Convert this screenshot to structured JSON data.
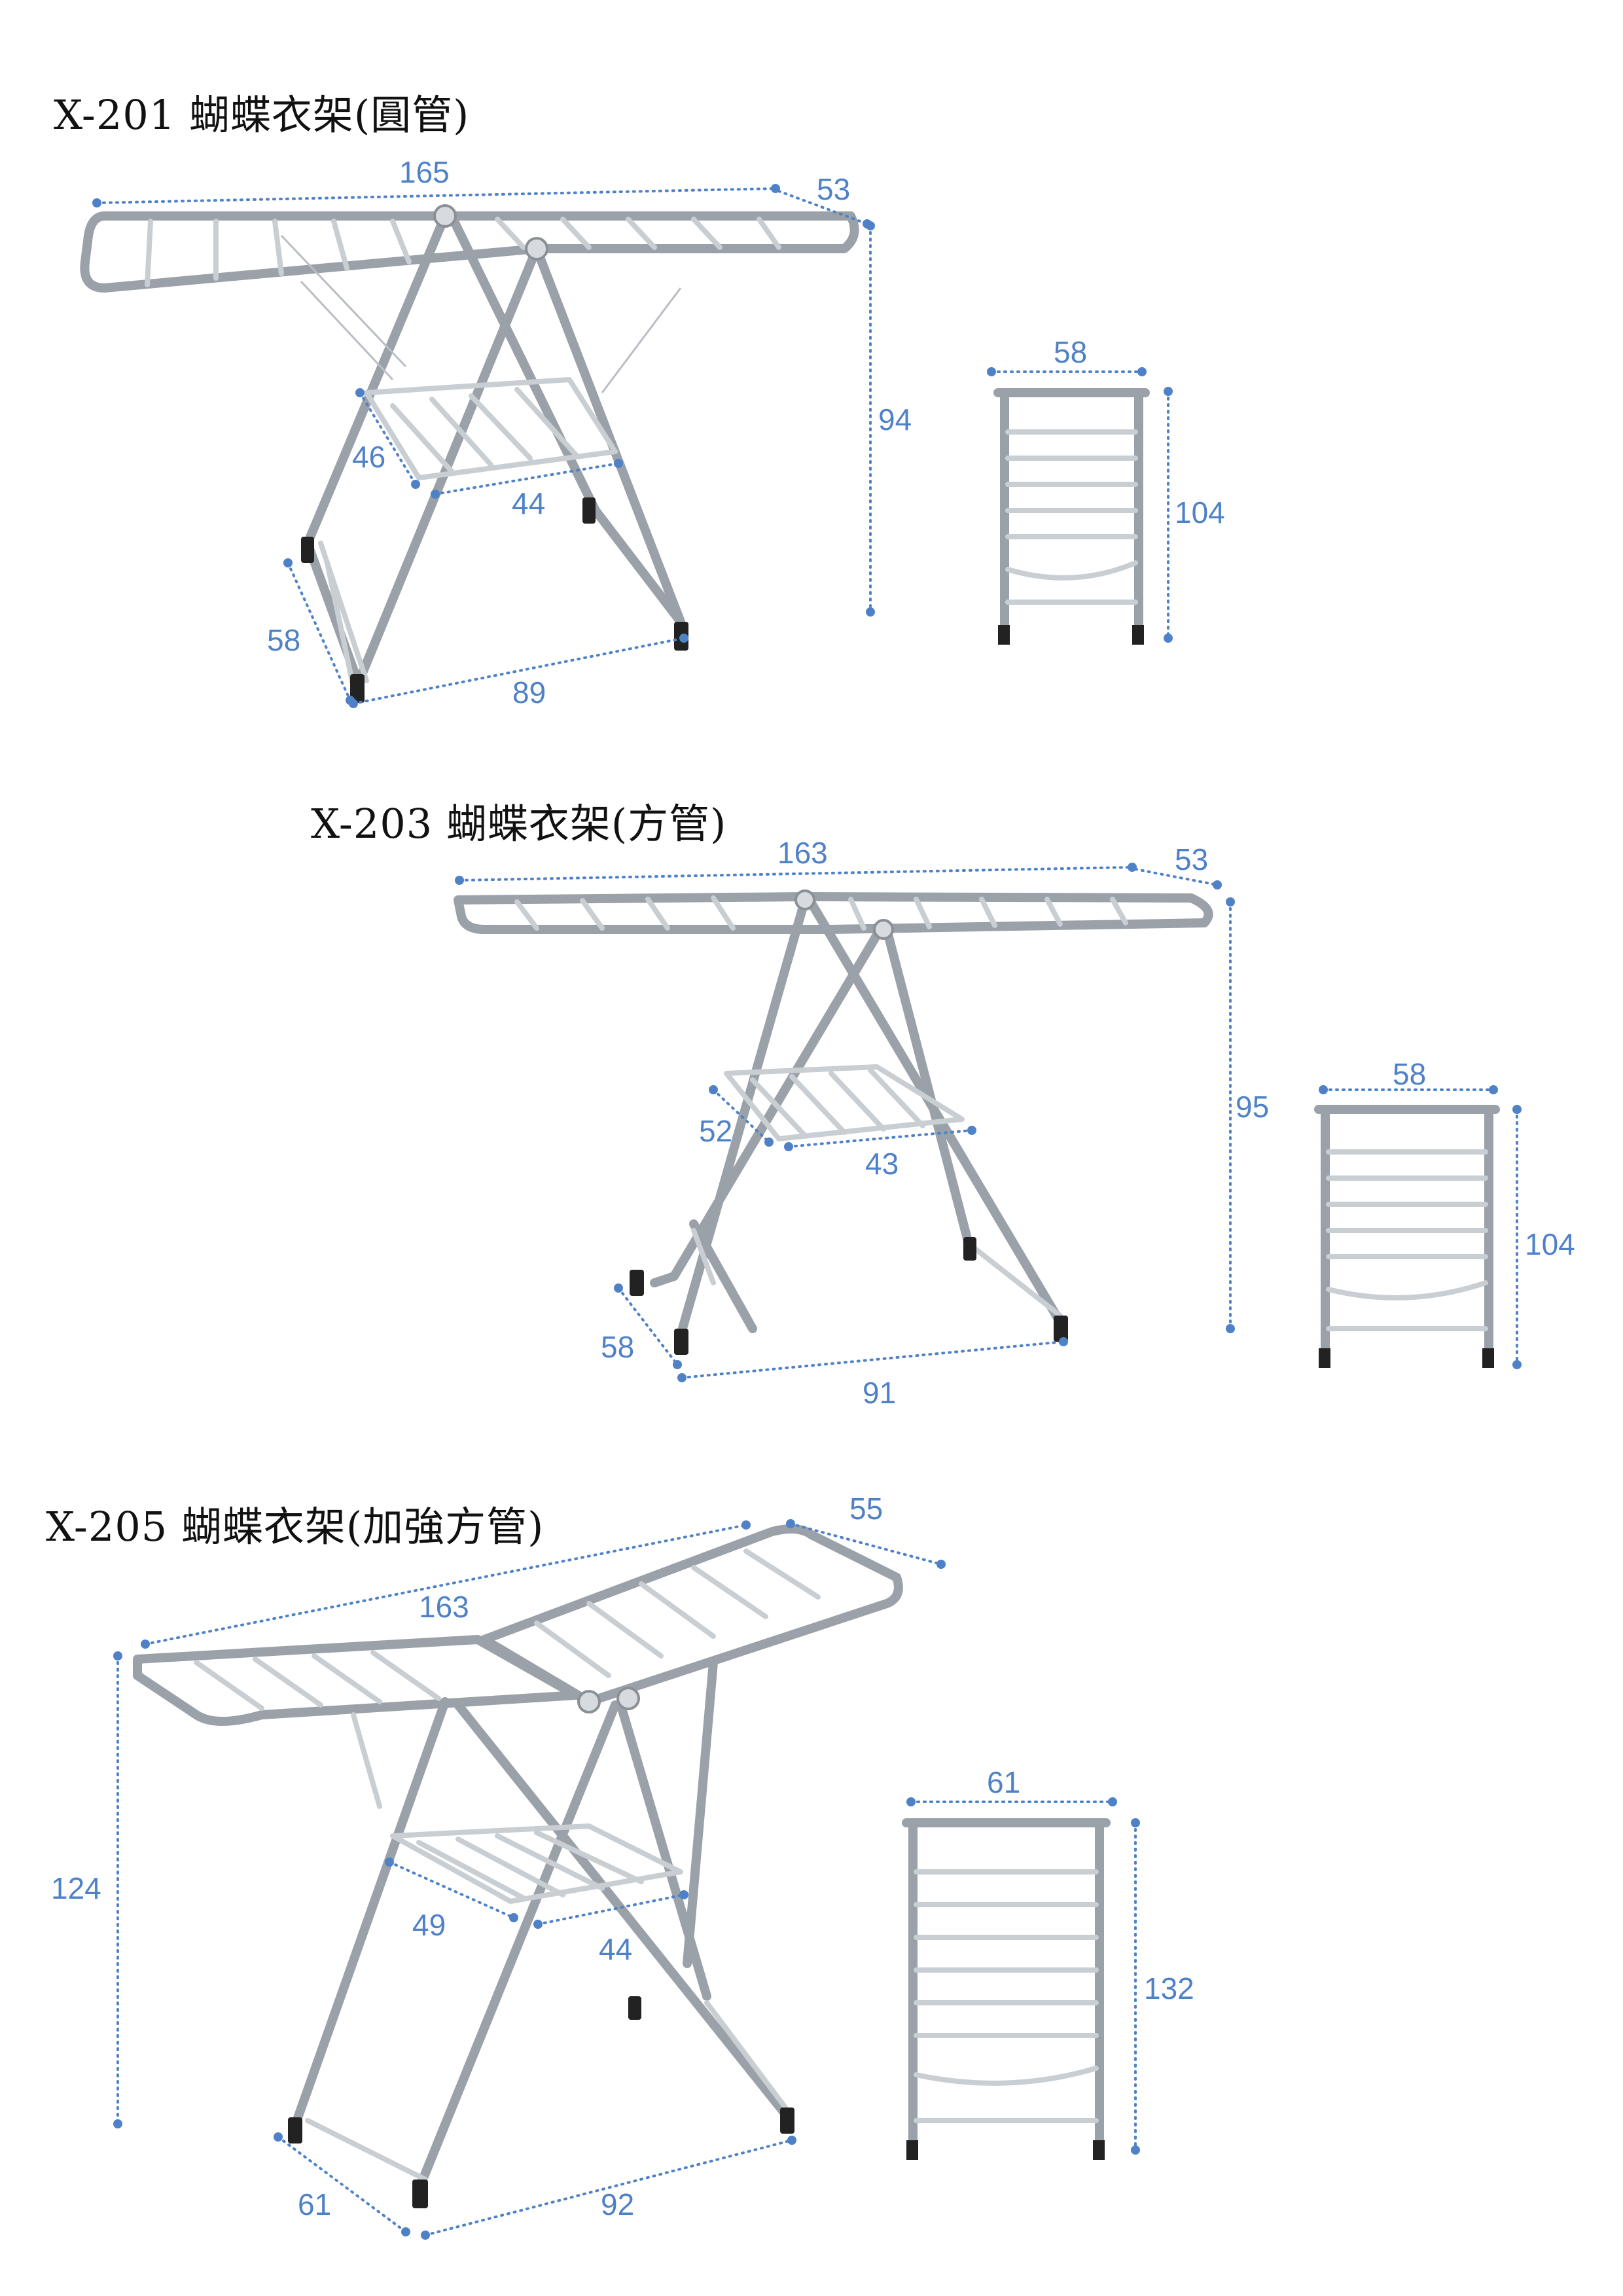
{
  "products": [
    {
      "title": "X-201 蝴蝶衣架(圓管)",
      "dims": {
        "length": "165",
        "wing": "53",
        "height": "94",
        "shelf_depth": "46",
        "shelf_width": "44",
        "base_depth": "58",
        "base_width": "89",
        "folded_width": "58",
        "folded_height": "104"
      }
    },
    {
      "title": "X-203 蝴蝶衣架(方管)",
      "dims": {
        "length": "163",
        "wing": "53",
        "height": "95",
        "shelf_depth": "52",
        "shelf_width": "43",
        "base_depth": "58",
        "base_width": "91",
        "folded_width": "58",
        "folded_height": "104"
      }
    },
    {
      "title": "X-205 蝴蝶衣架(加強方管)",
      "dims": {
        "length": "163",
        "wing": "55",
        "height": "124",
        "shelf_depth": "49",
        "shelf_width": "44",
        "base_depth": "61",
        "base_width": "92",
        "folded_width": "61",
        "folded_height": "132"
      }
    }
  ],
  "colors": {
    "dimension": "#4f81c7",
    "title": "#111111",
    "steel": "#9aa1a8"
  }
}
